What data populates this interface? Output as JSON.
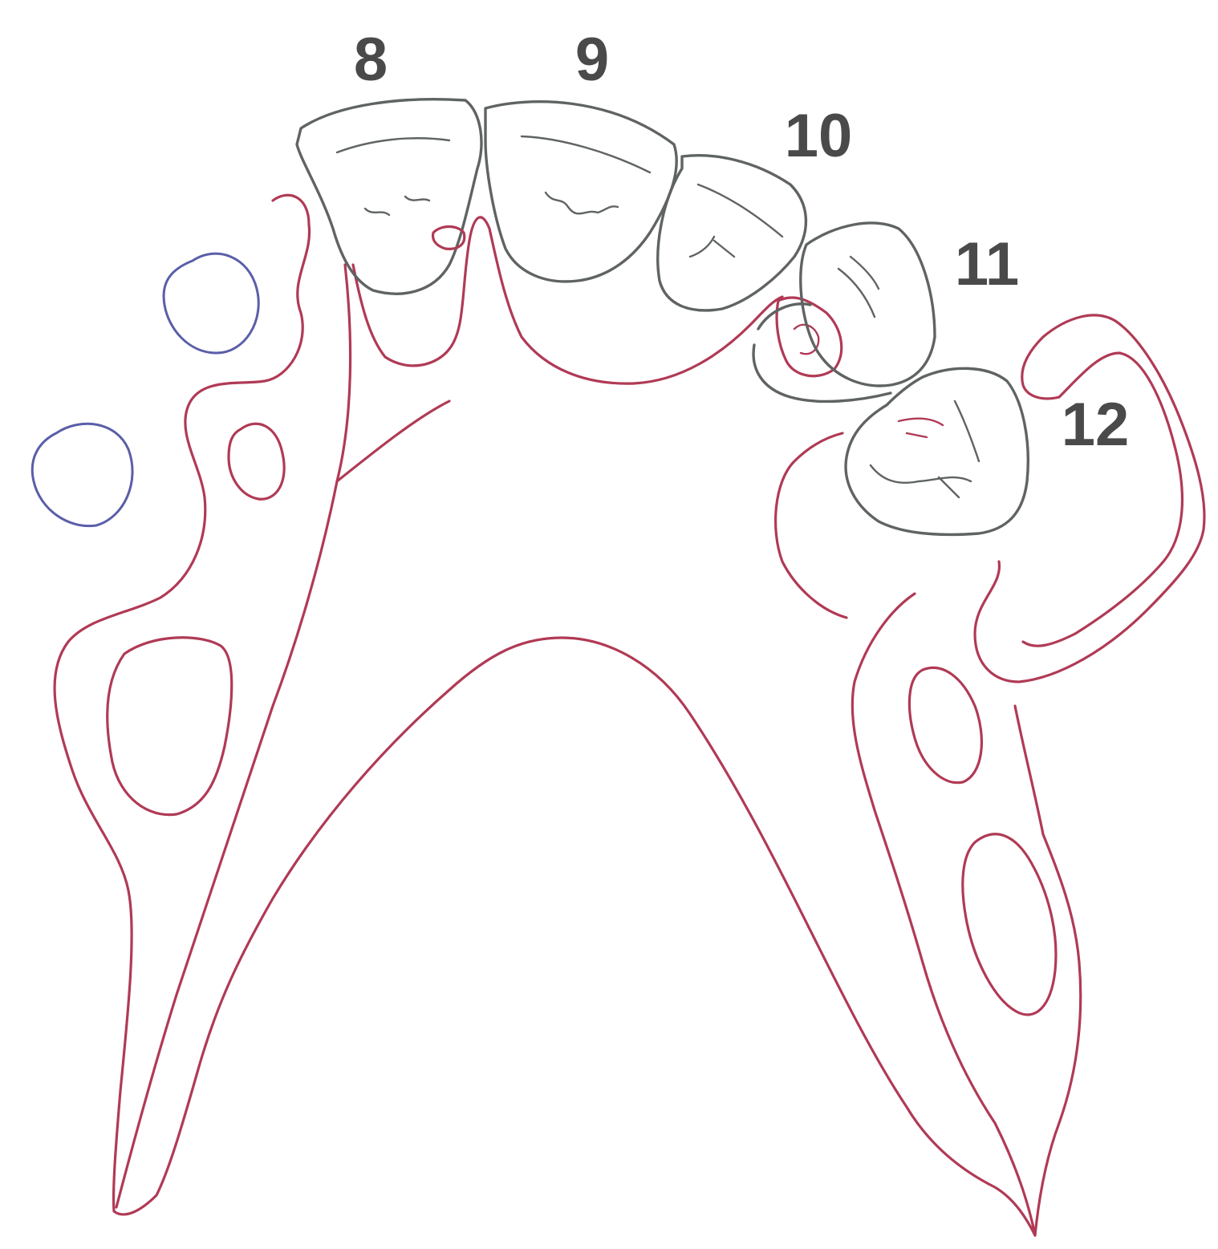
{
  "teeth": [
    {
      "number": "8"
    },
    {
      "number": "9"
    },
    {
      "number": "10"
    },
    {
      "number": "11"
    },
    {
      "number": "12"
    }
  ],
  "colors": {
    "bone_outline": "#b03a55",
    "tooth_outline": "#5f6462",
    "vessel_outline": "#5a5ea8",
    "label": "#4a4a4a",
    "background": "#ffffff"
  }
}
